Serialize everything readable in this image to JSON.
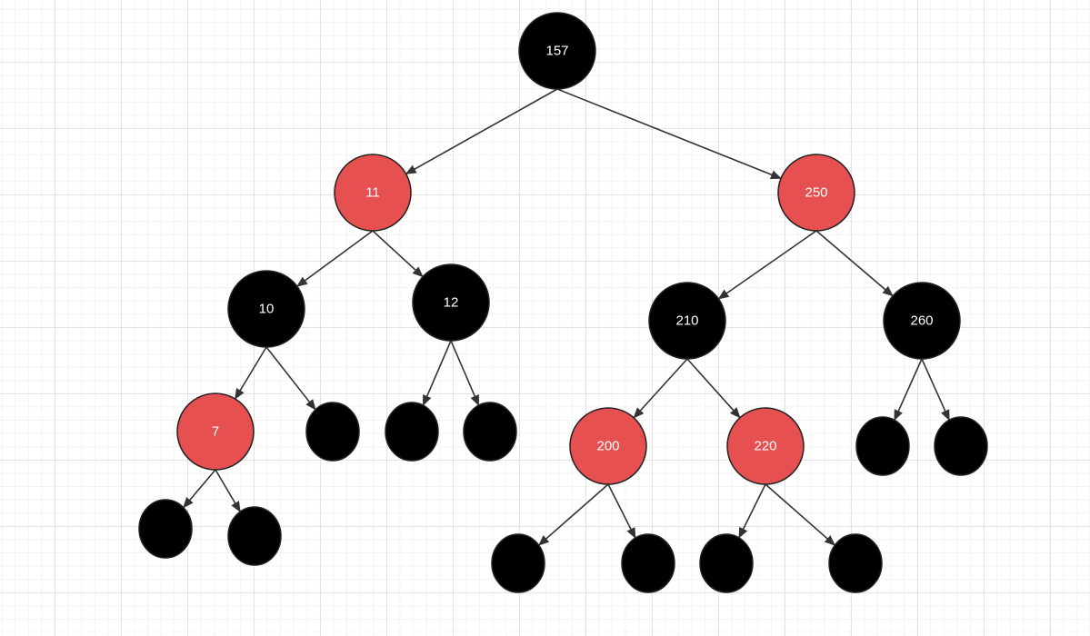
{
  "diagram": {
    "colors": {
      "black_node": "#000000",
      "red_node": "#e65050",
      "edge": "#333333",
      "label": "#ffffff"
    },
    "nodes": [
      {
        "id": "n157",
        "label": "157",
        "color": "black"
      },
      {
        "id": "n11",
        "label": "11",
        "color": "red"
      },
      {
        "id": "n250",
        "label": "250",
        "color": "red"
      },
      {
        "id": "n10",
        "label": "10",
        "color": "black"
      },
      {
        "id": "n12",
        "label": "12",
        "color": "black"
      },
      {
        "id": "n210",
        "label": "210",
        "color": "black"
      },
      {
        "id": "n260",
        "label": "260",
        "color": "black"
      },
      {
        "id": "n7",
        "label": "7",
        "color": "red"
      },
      {
        "id": "n200",
        "label": "200",
        "color": "red"
      },
      {
        "id": "n220",
        "label": "220",
        "color": "red"
      },
      {
        "id": "nil1",
        "label": "",
        "color": "black"
      },
      {
        "id": "nil2",
        "label": "",
        "color": "black"
      },
      {
        "id": "nil3",
        "label": "",
        "color": "black"
      },
      {
        "id": "nil4",
        "label": "",
        "color": "black"
      },
      {
        "id": "nil5",
        "label": "",
        "color": "black"
      },
      {
        "id": "nil6",
        "label": "",
        "color": "black"
      },
      {
        "id": "nil7",
        "label": "",
        "color": "black"
      },
      {
        "id": "nil8",
        "label": "",
        "color": "black"
      },
      {
        "id": "nil9",
        "label": "",
        "color": "black"
      },
      {
        "id": "nil10",
        "label": "",
        "color": "black"
      },
      {
        "id": "nil11",
        "label": "",
        "color": "black"
      },
      {
        "id": "nil12",
        "label": "",
        "color": "black"
      }
    ],
    "edges": [
      {
        "from": "n157",
        "to": "n11"
      },
      {
        "from": "n157",
        "to": "n250"
      },
      {
        "from": "n11",
        "to": "n10"
      },
      {
        "from": "n11",
        "to": "n12"
      },
      {
        "from": "n250",
        "to": "n210"
      },
      {
        "from": "n250",
        "to": "n260"
      },
      {
        "from": "n10",
        "to": "n7"
      },
      {
        "from": "n10",
        "to": "nil1"
      },
      {
        "from": "n12",
        "to": "nil2"
      },
      {
        "from": "n12",
        "to": "nil3"
      },
      {
        "from": "n210",
        "to": "n200"
      },
      {
        "from": "n210",
        "to": "n220"
      },
      {
        "from": "n260",
        "to": "nil4"
      },
      {
        "from": "n260",
        "to": "nil5"
      },
      {
        "from": "n7",
        "to": "nil6"
      },
      {
        "from": "n7",
        "to": "nil7"
      },
      {
        "from": "n200",
        "to": "nil8"
      },
      {
        "from": "n200",
        "to": "nil9"
      },
      {
        "from": "n220",
        "to": "nil10"
      },
      {
        "from": "n220",
        "to": "nil11"
      }
    ]
  }
}
